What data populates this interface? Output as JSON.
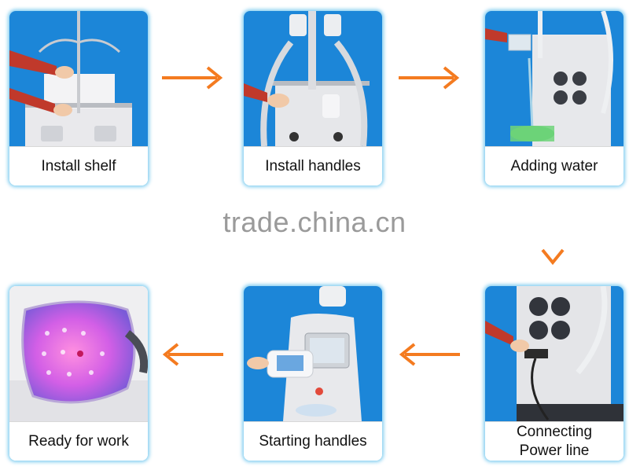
{
  "watermark": "trade.china.cn",
  "steps": [
    {
      "label": "Install shelf"
    },
    {
      "label": "Install handles"
    },
    {
      "label": "Adding water"
    },
    {
      "label_line1": "Connecting",
      "label_line2": "Power line"
    },
    {
      "label": "Starting handles"
    },
    {
      "label": "Ready for work"
    }
  ],
  "colors": {
    "arrow": "#f47b20",
    "card_glow": "#5abeeb",
    "photo_bg": "#1c86d8"
  }
}
